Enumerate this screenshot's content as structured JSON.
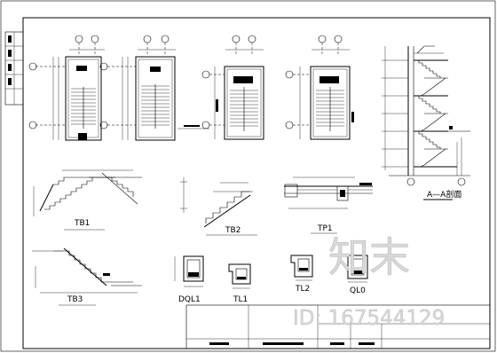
{
  "labels": {
    "section_title": "A—A剖面",
    "tb1": "TB1",
    "tb2": "TB2",
    "tb3": "TB3",
    "tp1": "TP1",
    "dql1": "DQL1",
    "tl1": "TL1",
    "tl2": "TL2",
    "ql0": "QL0"
  },
  "watermark": {
    "brand": "知末",
    "id": "ID: 167544129"
  }
}
